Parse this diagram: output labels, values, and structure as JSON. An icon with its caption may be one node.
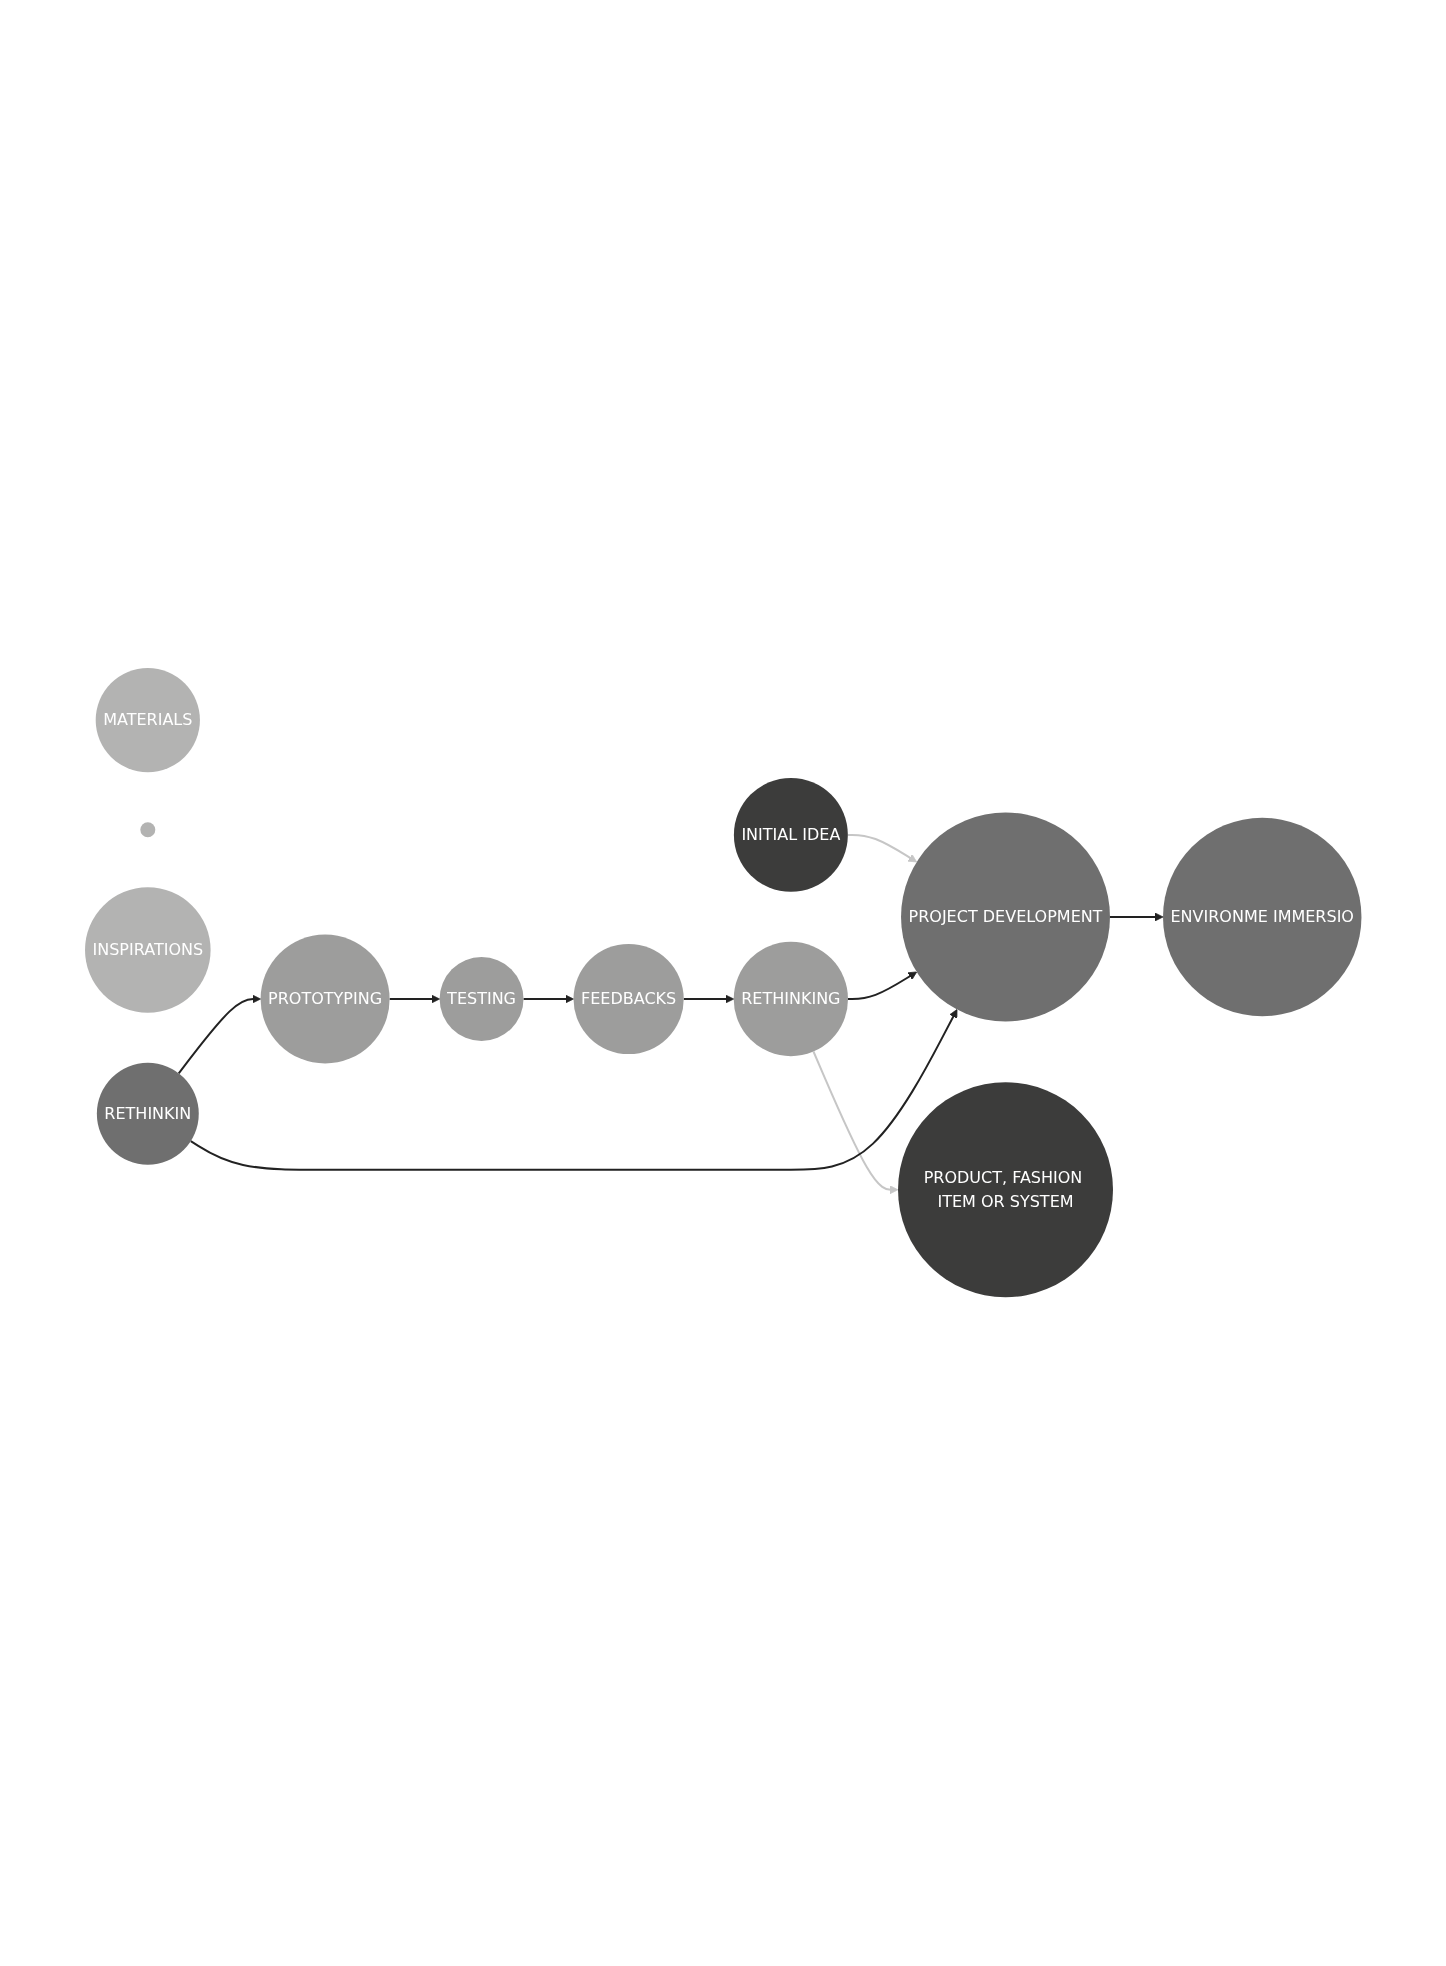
{
  "diagram": {
    "nodes": [
      {
        "text": [
          "MATERIALS"
        ]
      },
      {
        "text": [],
        "shape": "circle"
      },
      {
        "text": [
          "INSPIRATIONS"
        ]
      },
      {
        "text": [
          "ENVIRONME IMMERSIO"
        ]
      },
      {
        "text": [
          "INITIAL IDEA"
        ]
      },
      {
        "text": [
          "PRODUCT, FASHION ITEM OR SYSTEM"
        ]
      },
      {
        "text": [
          "PROJECT DEVELOPMENT"
        ]
      },
      {
        "text": [
          "RETHINKING"
        ]
      },
      {
        "text": [
          "RETHINKIN"
        ]
      },
      {
        "text": [
          "FEEDBACKS"
        ]
      },
      {
        "text": [
          "TESTING"
        ]
      },
      {
        "text": [
          "PROTOTYPING"
        ]
      }
    ],
    "edges": [
      {
        "from": 4,
        "to": 6,
        "arrow": "to",
        "color": "#c6c6c6"
      },
      {
        "from": 6,
        "to": 3,
        "arrow": "to"
      },
      {
        "from": 7,
        "to": 5,
        "arrow": "to",
        "color": "#c6c6c6"
      },
      {
        "from": 7,
        "to": 6,
        "arrow": "to"
      },
      {
        "from": 8,
        "to": 6,
        "arrow": "to"
      },
      {
        "from": 8,
        "to": 11,
        "arrow": "to"
      },
      {
        "from": 11,
        "to": 10,
        "arrow": "to"
      },
      {
        "from": 10,
        "to": 9,
        "arrow": "to"
      },
      {
        "from": 9,
        "to": 7,
        "arrow": "to"
      }
    ]
  }
}
